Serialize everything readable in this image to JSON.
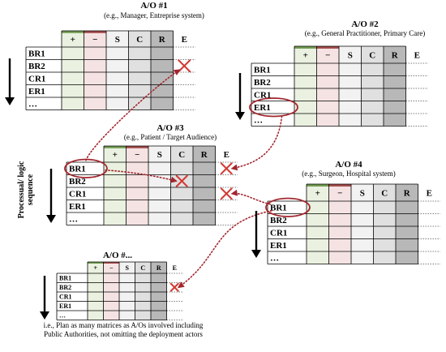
{
  "colors": {
    "plus_fill": "#eaf1e0",
    "plus_bar": "#6f9a50",
    "minus_fill": "#f5e3e3",
    "minus_bar": "#a24a4a",
    "s_fill": "#f2f2f2",
    "c_fill": "#e0e0e0",
    "r_fill": "#b8b8b8",
    "annotation": "#a3262e",
    "x_mark": "#d33a35"
  },
  "columns": [
    "+",
    "−",
    "S",
    "C",
    "R",
    "E"
  ],
  "rows": [
    "BR1",
    "BR2",
    "CR1",
    "ER1",
    "…"
  ],
  "small_rows": [
    "BR1",
    "BR2",
    "CR1",
    "ER1",
    "…"
  ],
  "actors": {
    "a1": {
      "title": "A/O #1",
      "subtitle": "(e.g., Manager, Entreprise system)"
    },
    "a2": {
      "title": "A/O #2",
      "subtitle": "(e.g., General Practitioner, Primary Care)"
    },
    "a3": {
      "title": "A/O #3",
      "subtitle": "(e.g., Patient / Target Audience)"
    },
    "a4": {
      "title": "A/O #4",
      "subtitle": "(e.g., Surgeon, Hospital system)"
    },
    "a5": {
      "title": "A/O #..."
    }
  },
  "side_label": {
    "line1": "Processual/ logic",
    "line2": "sequence"
  },
  "note": "i.e., Plan as many matrices as A/Os involved including Public Authorities, not omitting the deployment actors"
}
